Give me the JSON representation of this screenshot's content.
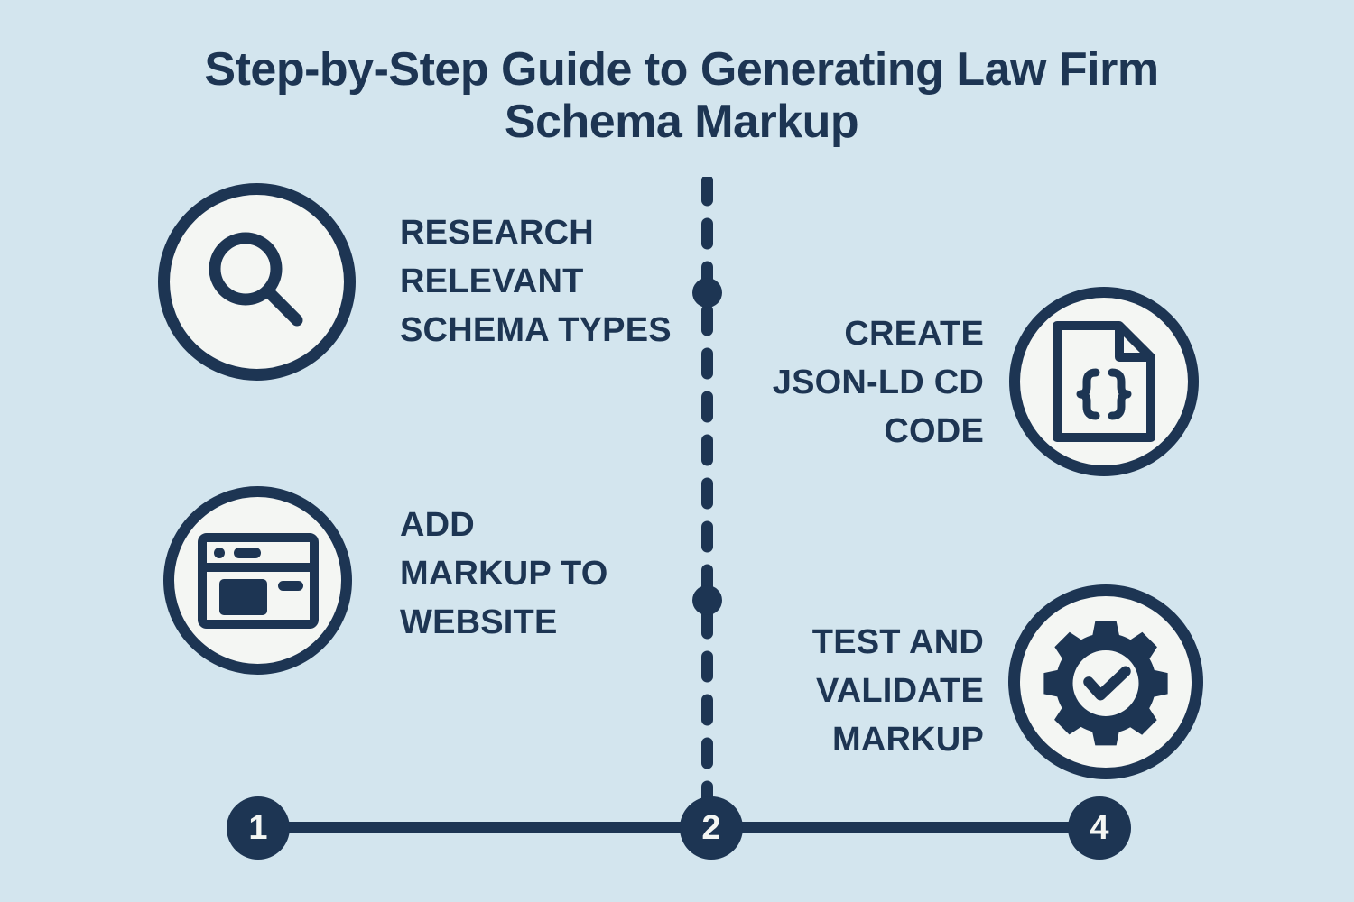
{
  "infographic": {
    "title": "Step-by-Step Guide to Generating Law Firm Schema Markup",
    "background_color": "#d3e5ee",
    "accent_color": "#1d3553",
    "icon_fill_color": "#f4f6f3"
  },
  "steps": [
    {
      "label": "RESEARCH\nRELEVANT\nSCHEMA TYPES",
      "icon": "search-icon",
      "position": "top-left"
    },
    {
      "label": "CREATE\nJSON-LD CD\nCODE",
      "icon": "code-document-icon",
      "position": "top-right"
    },
    {
      "label": "ADD\nMARKUP TO\nWEBSITE",
      "icon": "browser-window-icon",
      "position": "bottom-left"
    },
    {
      "label": "TEST AND\nVALIDATE\nMARKUP",
      "icon": "gear-check-icon",
      "position": "bottom-right"
    }
  ],
  "timeline": {
    "nodes": [
      {
        "number": "1"
      },
      {
        "number": "2"
      },
      {
        "number": "4"
      }
    ]
  }
}
